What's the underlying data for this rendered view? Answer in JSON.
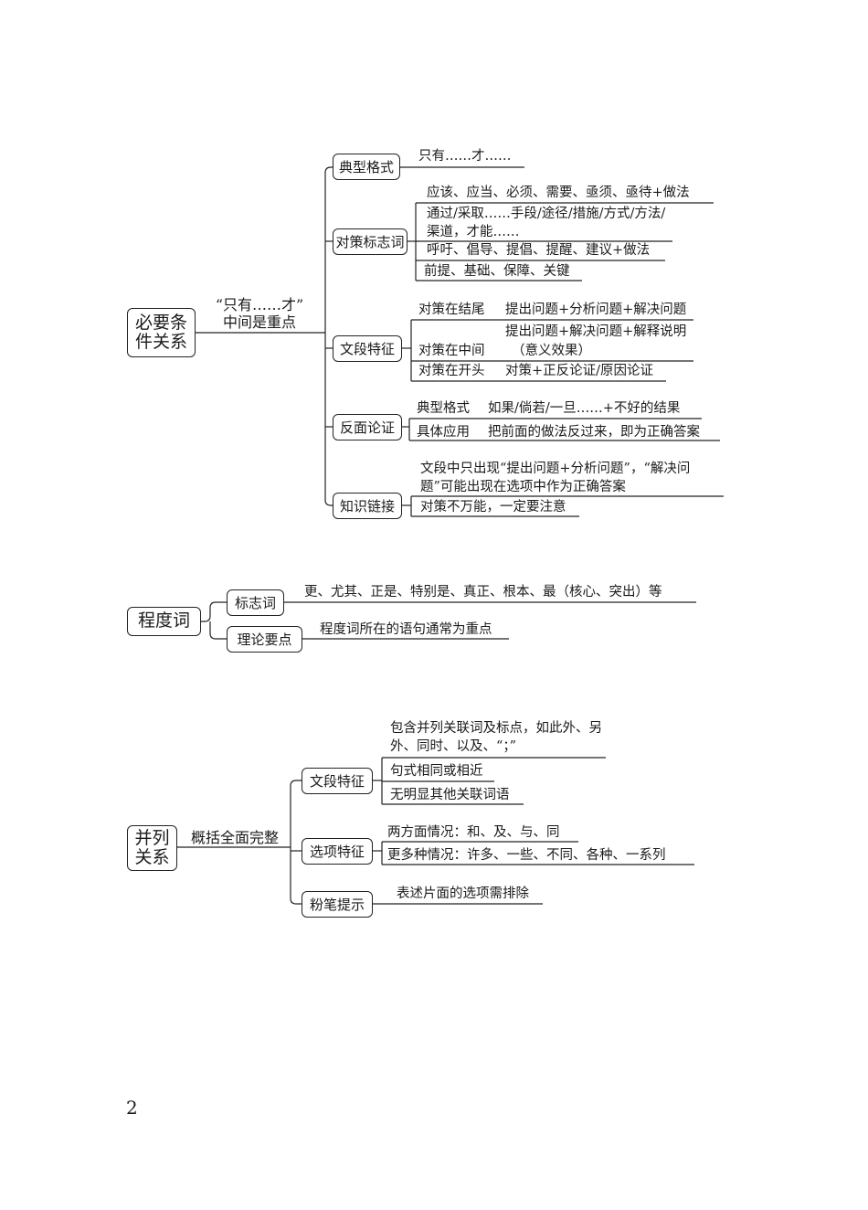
{
  "s1": {
    "root": "必要条\n件关系",
    "root_note": [
      "“只有……才”",
      "中间是重点"
    ],
    "b1": {
      "title": "典型格式",
      "items": [
        "只有……才……"
      ]
    },
    "b2": {
      "title": "对策标志词",
      "items": [
        "应该、应当、必须、需要、亟须、亟待+做法",
        "通过/采取……手段/途径/措施/方式/方法/渠道，才能……",
        "呼吁、倡导、提倡、提醒、建议+做法",
        "前提、基础、保障、关键"
      ]
    },
    "b3": {
      "title": "文段特征",
      "rows": [
        {
          "label": "对策在结尾",
          "text": "提出问题+分析问题+解决问题"
        },
        {
          "label": "对策在中间",
          "text": "提出问题+解决问题+解释说明",
          "text2": "（意义效果）"
        },
        {
          "label": "对策在开头",
          "text": "对策+正反论证/原因论证"
        }
      ]
    },
    "b4": {
      "title": "反面论证",
      "rows": [
        {
          "label": "典型格式",
          "text": "如果/倘若/一旦……+不好的结果"
        },
        {
          "label": "具体应用",
          "text": "把前面的做法反过来，即为正确答案"
        }
      ]
    },
    "b5": {
      "title": "知识链接",
      "items": [
        "文段中只出现“提出问题+分析问题”，“解决问题”可能出现在选项中作为正确答案",
        "对策不万能，一定要注意"
      ]
    }
  },
  "s2": {
    "root": "程度词",
    "b1": {
      "title": "标志词",
      "items": [
        "更、尤其、正是、特别是、真正、根本、最（核心、突出）等"
      ]
    },
    "b2": {
      "title": "理论要点",
      "items": [
        "程度词所在的语句通常为重点"
      ]
    }
  },
  "s3": {
    "root": "并列\n关系",
    "root_note": "概括全面完整",
    "b1": {
      "title": "文段特征",
      "items": [
        "包含并列关联词及标点，如此外、另外、同时、以及、“；”",
        "句式相同或相近",
        "无明显其他关联词语"
      ]
    },
    "b2": {
      "title": "选项特征",
      "items": [
        "两方面情况：和、及、与、同",
        "更多种情况：许多、一些、不同、各种、一系列"
      ]
    },
    "b3": {
      "title": "粉笔提示",
      "items": [
        "表述片面的选项需排除"
      ]
    }
  },
  "page_number": "2"
}
